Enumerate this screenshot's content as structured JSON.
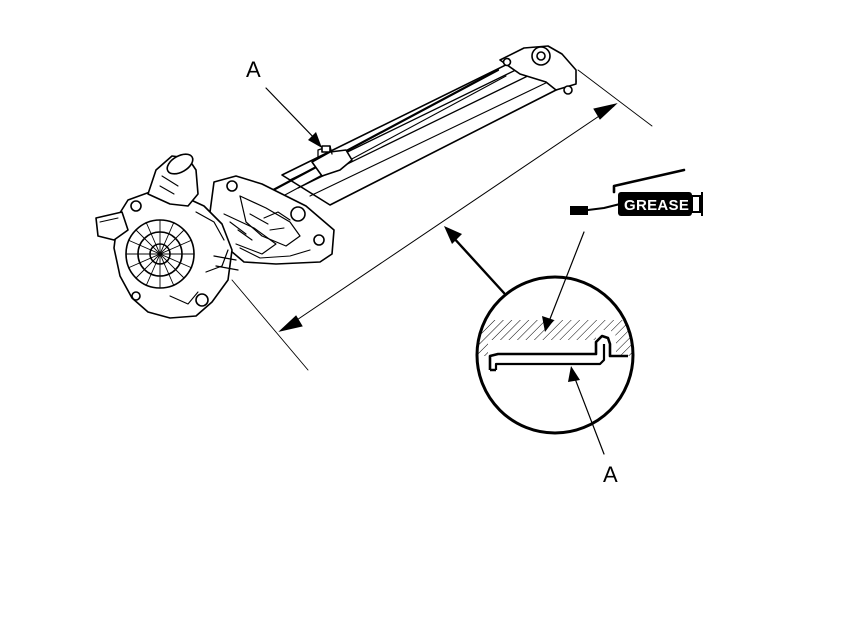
{
  "diagram": {
    "callouts": [
      {
        "id": "callout-top",
        "label": "A"
      },
      {
        "id": "callout-bottom",
        "label": "A"
      }
    ],
    "grease_tube": {
      "label": "GREASE"
    }
  }
}
